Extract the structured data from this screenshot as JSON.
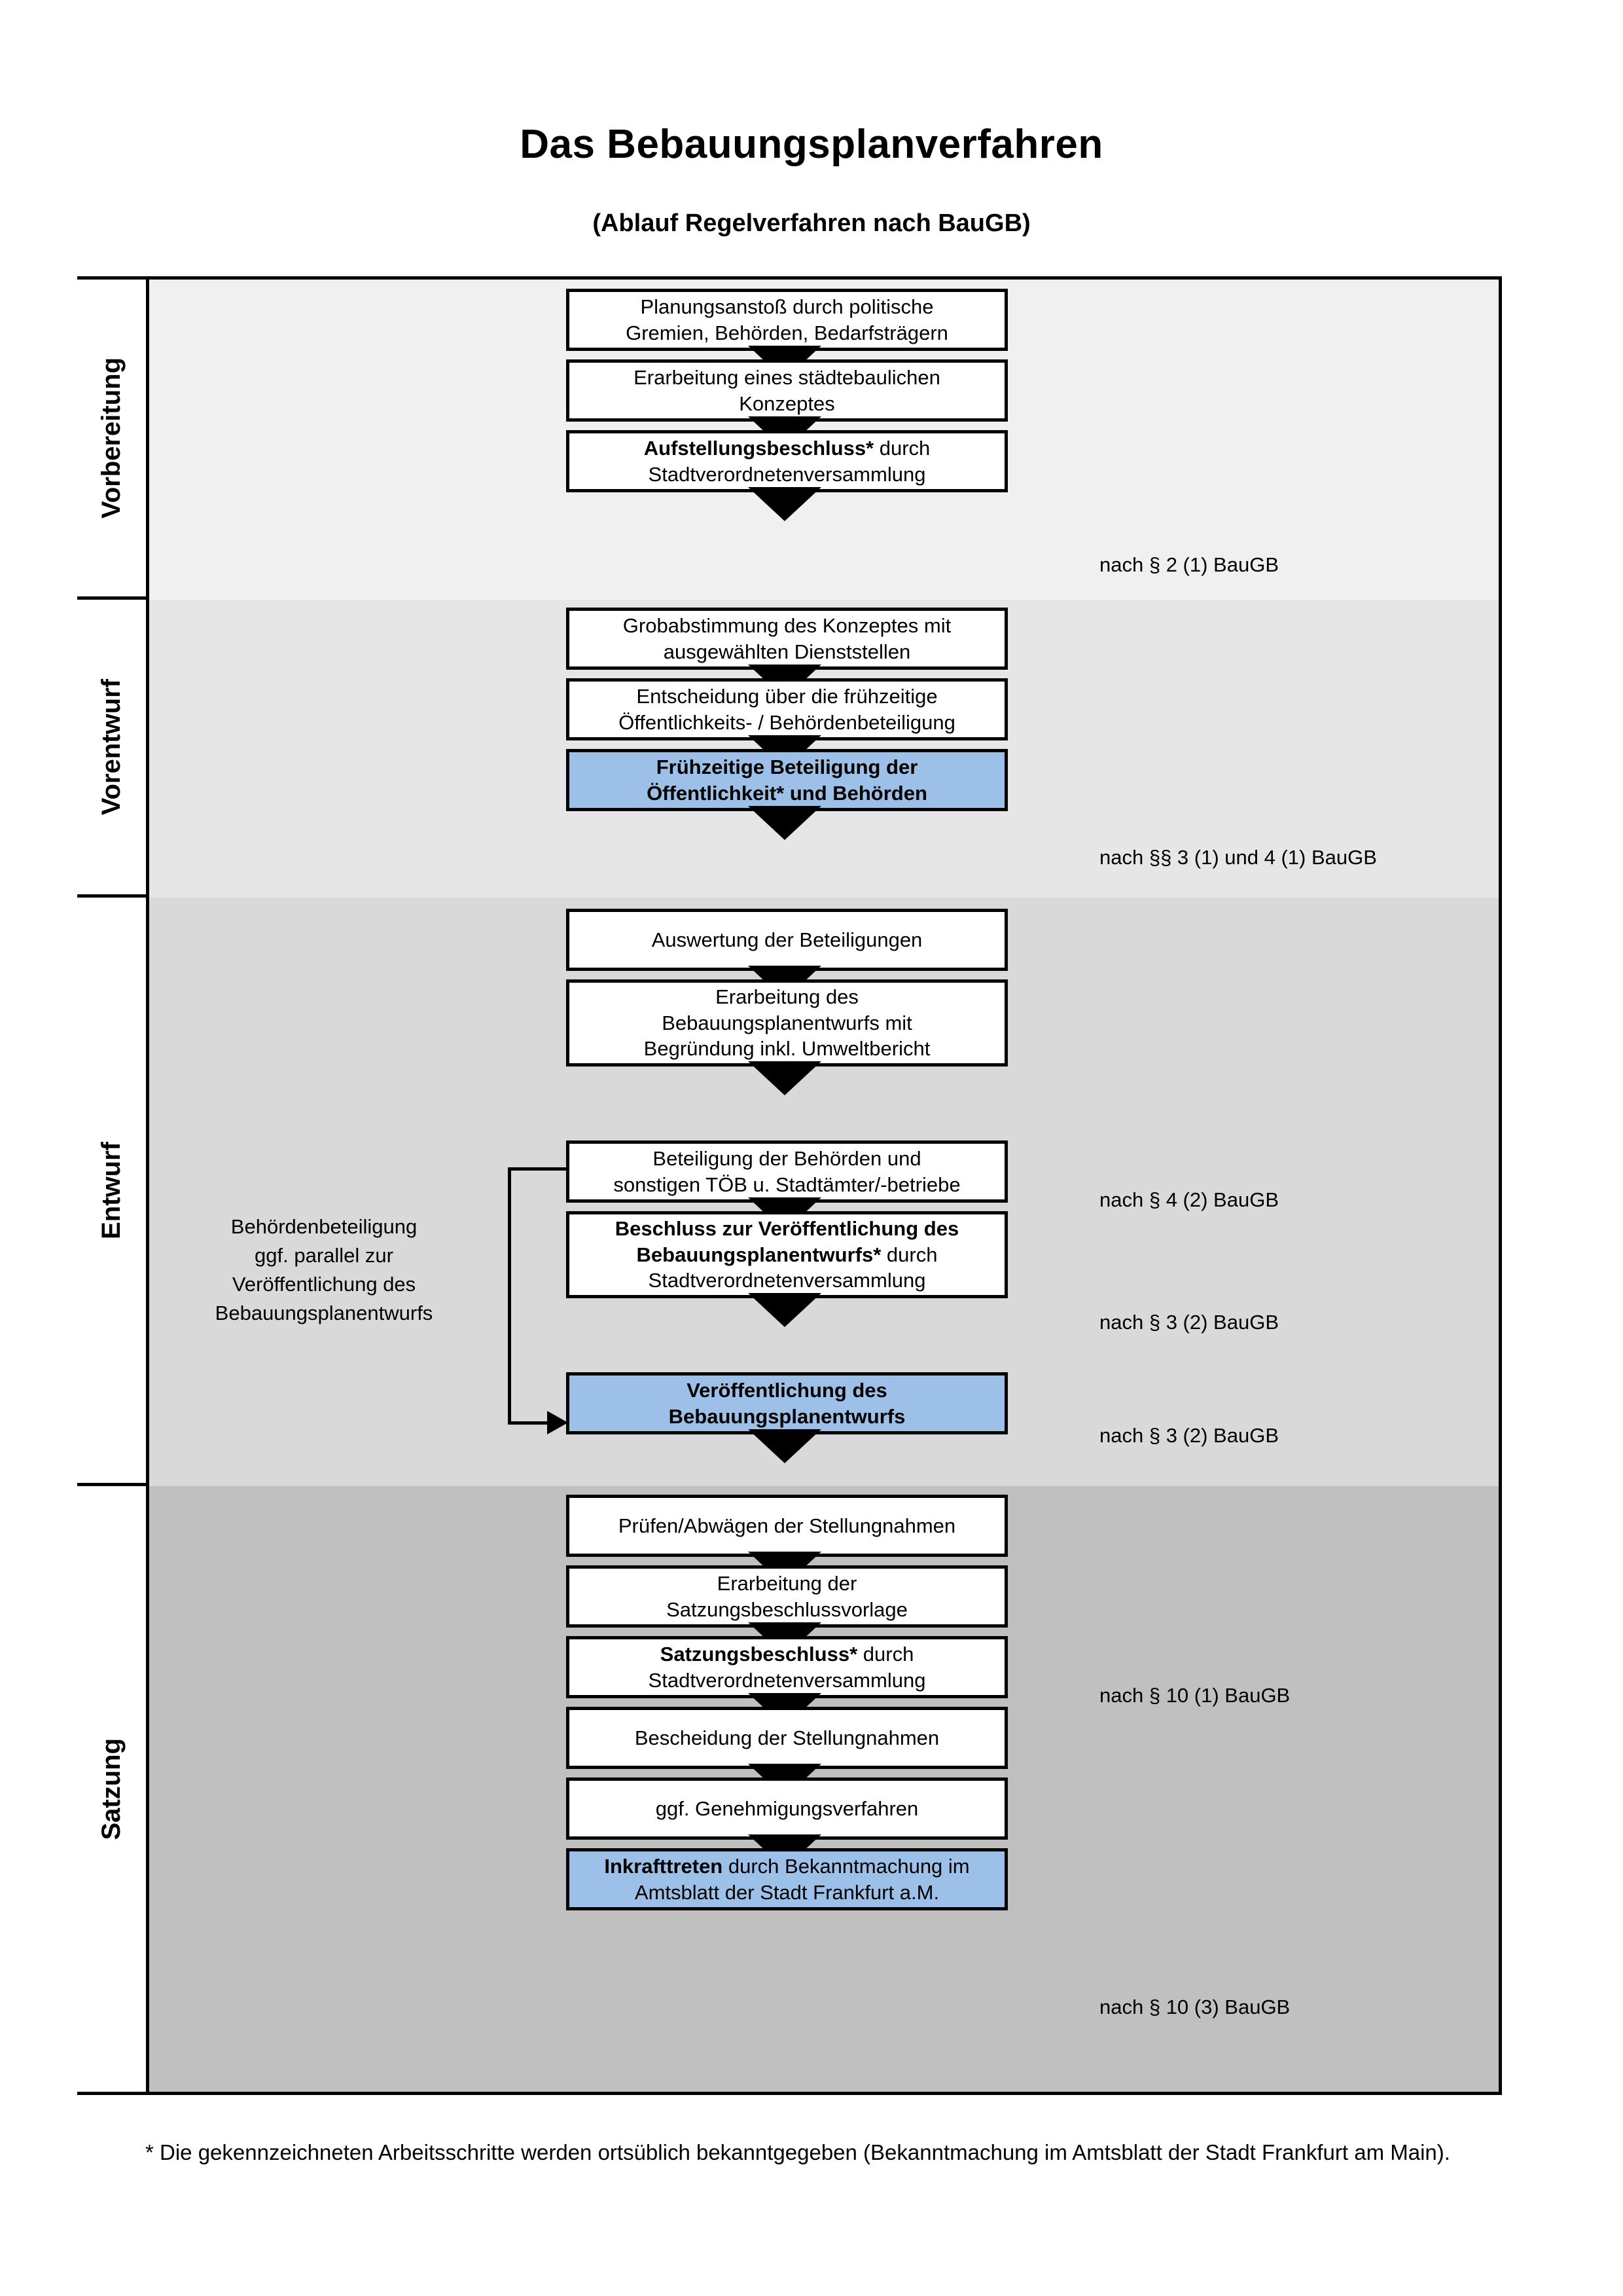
{
  "header": {
    "title": "Das Bebauungsplanverfahren",
    "subtitle": "(Ablauf Regelverfahren nach BauGB)"
  },
  "phases": [
    {
      "id": "vorbereitung",
      "label": "Vorbereitung",
      "band_color": "#f0f0f0"
    },
    {
      "id": "vorentwurf",
      "label": "Vorentwurf",
      "band_color": "#e6e6e6"
    },
    {
      "id": "entwurf",
      "label": "Entwurf",
      "band_color": "#d9d9d9"
    },
    {
      "id": "satzung",
      "label": "Satzung",
      "band_color": "#c0c0c0"
    }
  ],
  "steps": [
    {
      "id": "planungsanstoss",
      "phase": "vorbereitung",
      "lines": [
        "Planungsanstoß durch politische",
        "Gremien, Behörden, Bedarfsträgern"
      ],
      "bold_prefix": "",
      "highlight": false
    },
    {
      "id": "konzept",
      "phase": "vorbereitung",
      "lines": [
        "Erarbeitung eines städtebaulichen",
        "Konzeptes"
      ],
      "bold_prefix": "",
      "highlight": false
    },
    {
      "id": "aufstellungsbeschluss",
      "phase": "vorbereitung",
      "lines": [
        "Aufstellungsbeschluss* durch",
        "Stadtverordnetenversammlung"
      ],
      "bold_prefix": "Aufstellungsbeschluss*",
      "bold_rest": " durch",
      "highlight": false
    },
    {
      "id": "grobabstimmung",
      "phase": "vorentwurf",
      "lines": [
        "Grobabstimmung des Konzeptes mit",
        "ausgewählten Dienststellen"
      ],
      "bold_prefix": "",
      "highlight": false
    },
    {
      "id": "entscheidung-fruehzeitig",
      "phase": "vorentwurf",
      "lines": [
        "Entscheidung über die frühzeitige",
        "Öffentlichkeits- / Behördenbeteiligung"
      ],
      "bold_prefix": "",
      "highlight": false
    },
    {
      "id": "fruehzeitige-beteiligung",
      "phase": "vorentwurf",
      "lines": [
        "Frühzeitige Beteiligung der",
        "Öffentlichkeit* und Behörden"
      ],
      "bold_all": true,
      "highlight": true
    },
    {
      "id": "auswertung",
      "phase": "entwurf",
      "lines": [
        "Auswertung der Beteiligungen"
      ],
      "bold_prefix": "",
      "highlight": false
    },
    {
      "id": "erarbeitung-entwurf",
      "phase": "entwurf",
      "lines": [
        "Erarbeitung des",
        "Bebauungsplanentwurfs mit",
        "Begründung inkl. Umweltbericht"
      ],
      "bold_prefix": "",
      "highlight": false
    },
    {
      "id": "beteiligung-behoerden",
      "phase": "entwurf",
      "lines": [
        "Beteiligung der Behörden und",
        "sonstigen TÖB u. Stadtämter/-betriebe"
      ],
      "bold_prefix": "",
      "highlight": false
    },
    {
      "id": "beschluss-veroeffentlichung",
      "phase": "entwurf",
      "lines": [
        "Beschluss zur Veröffentlichung des",
        "Bebauungsplanentwurfs* durch",
        "Stadtverordnetenversammlung"
      ],
      "bold_prefix": "Beschluss zur Veröffentlichung des Bebauungsplanentwurfs*",
      "bold_rest": " durch Stadtverordnetenversammlung",
      "highlight": false
    },
    {
      "id": "veroeffentlichung",
      "phase": "entwurf",
      "lines": [
        "Veröffentlichung des",
        "Bebauungsplanentwurfs"
      ],
      "bold_all": true,
      "highlight": true
    },
    {
      "id": "pruefen-abwaegen",
      "phase": "satzung",
      "lines": [
        "Prüfen/Abwägen der Stellungnahmen"
      ],
      "bold_prefix": "",
      "highlight": false
    },
    {
      "id": "satzungsbeschlussvorlage",
      "phase": "satzung",
      "lines": [
        "Erarbeitung der",
        "Satzungsbeschlussvorlage"
      ],
      "bold_prefix": "",
      "highlight": false
    },
    {
      "id": "satzungsbeschluss",
      "phase": "satzung",
      "lines": [
        "Satzungsbeschluss* durch",
        "Stadtverordnetenversammlung"
      ],
      "bold_prefix": "Satzungsbeschluss*",
      "bold_rest": " durch",
      "highlight": false
    },
    {
      "id": "bescheidung",
      "phase": "satzung",
      "lines": [
        "Bescheidung der Stellungnahmen"
      ],
      "bold_prefix": "",
      "highlight": false
    },
    {
      "id": "genehmigungsverfahren",
      "phase": "satzung",
      "lines": [
        "ggf. Genehmigungsverfahren"
      ],
      "bold_prefix": "",
      "highlight": false
    },
    {
      "id": "inkrafttreten",
      "phase": "satzung",
      "lines": [
        "Inkrafttreten durch Bekanntmachung",
        "im Amtsblatt der Stadt Frankfurt a.M."
      ],
      "bold_prefix": "Inkrafttreten",
      "bold_rest": " durch Bekanntmachung",
      "highlight": true
    }
  ],
  "legal_refs": [
    {
      "id": "ref-par2-1",
      "text": "nach § 2 (1) BauGB"
    },
    {
      "id": "ref-par3-4-1",
      "text": "nach §§ 3 (1) und 4 (1) BauGB"
    },
    {
      "id": "ref-par4-2",
      "text": "nach § 4 (2) BauGB"
    },
    {
      "id": "ref-par3-2a",
      "text": "nach § 3 (2) BauGB"
    },
    {
      "id": "ref-par3-2b",
      "text": "nach § 3 (2) BauGB"
    },
    {
      "id": "ref-par10-1",
      "text": "nach § 10 (1) BauGB"
    },
    {
      "id": "ref-par10-3",
      "text": "nach § 10 (3) BauGB"
    }
  ],
  "side_note": {
    "lines": [
      "Behördenbeteiligung",
      "ggf. parallel zur",
      "Veröffentlichung des",
      "Bebauungsplanentwurfs"
    ]
  },
  "footnote": {
    "text": "* Die gekennzeichneten Arbeitsschritte werden ortsüblich bekanntgegeben (Bekanntmachung im Amtsblatt  der Stadt Frankfurt am Main)."
  },
  "colors": {
    "highlight_blue": "#9cc0e8",
    "box_border": "#000000",
    "page_background": "#ffffff"
  }
}
